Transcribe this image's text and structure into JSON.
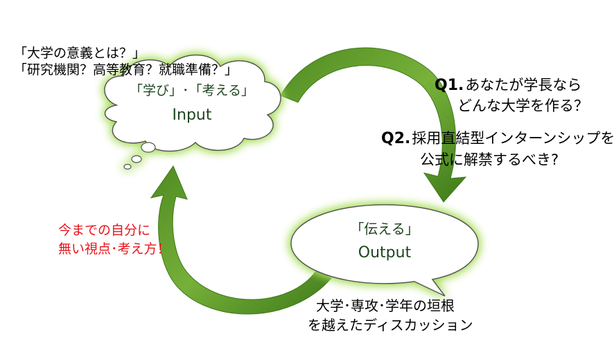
{
  "colors": {
    "arrow": "#6a9e2e",
    "arrow_dark": "#3f7a1a",
    "glow": "#a8dd5a",
    "bubble_text": "#1e4620",
    "emphasis": "#e8141b"
  },
  "top_questions": {
    "line1": "「大学の意義とは？」",
    "line2": "「研究機関？高等教育？就職準備？」"
  },
  "input_bubble": {
    "title": "「学び」･「考える」",
    "subtitle": "Input"
  },
  "output_bubble": {
    "title": "「伝える」",
    "subtitle": "Output"
  },
  "q1": {
    "number": "Q1.",
    "line1": "あなたが学長なら",
    "line2": "どんな大学を作る？"
  },
  "q2": {
    "number": "Q2.",
    "line1": "採用直結型インターンシップを",
    "line2": "公式に解禁するべき?"
  },
  "left_note": {
    "line1": "今までの自分に",
    "line2": "無い視点･考え方！"
  },
  "bottom_note": {
    "line1": "大学･専攻･学年の垣根",
    "line2": "を越えたディスカッション"
  }
}
